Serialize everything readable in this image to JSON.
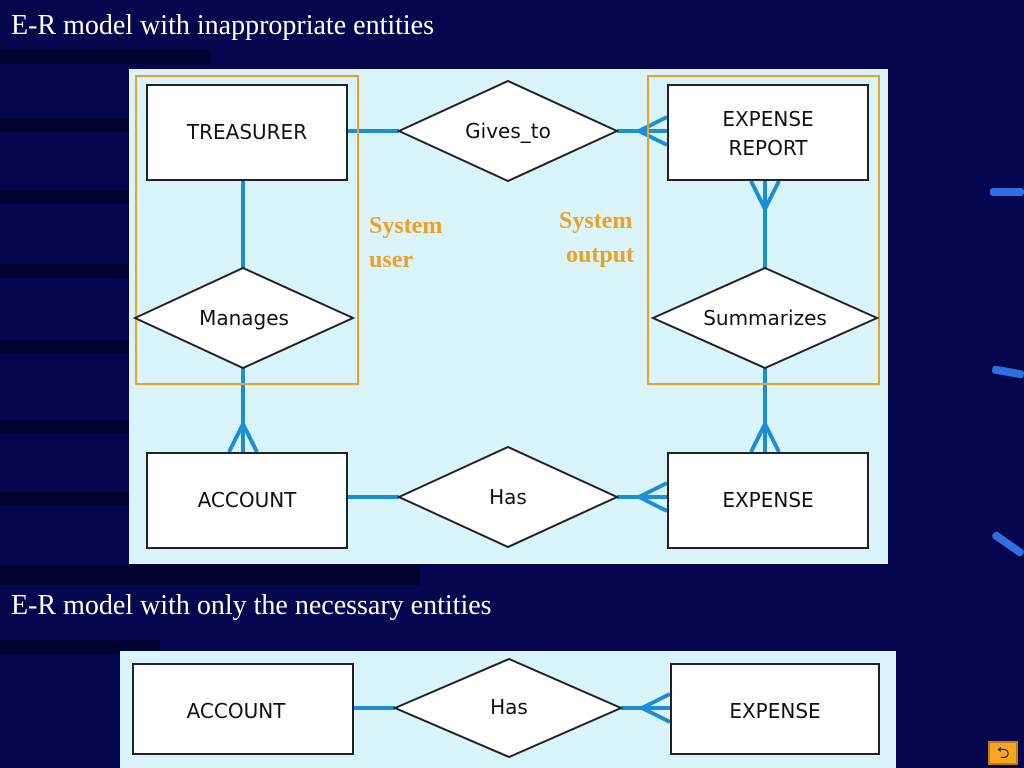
{
  "slide": {
    "heading_top": "E-R model with inappropriate entities",
    "heading_bottom": "E-R model with only the necessary entities"
  },
  "diagram_top": {
    "entities": {
      "treasurer": "TREASURER",
      "expense_report": [
        "EXPENSE",
        "REPORT"
      ],
      "account": "ACCOUNT",
      "expense": "EXPENSE"
    },
    "relationships": {
      "gives_to": "Gives_to",
      "manages": "Manages",
      "summarizes": "Summarizes",
      "has": "Has"
    },
    "annotations": {
      "system_user": [
        "System",
        "user"
      ],
      "system_output": [
        "System",
        "output"
      ]
    }
  },
  "diagram_bottom": {
    "entities": {
      "account": "ACCOUNT",
      "expense": "EXPENSE"
    },
    "relationships": {
      "has": "Has"
    }
  },
  "colors": {
    "background": "#06064f",
    "panel": "#d9f4fb",
    "connector": "#1a8fd6",
    "highlight": "#f0a020"
  },
  "nav": {
    "icon": "return-arrow-icon",
    "glyph": "⮌"
  }
}
